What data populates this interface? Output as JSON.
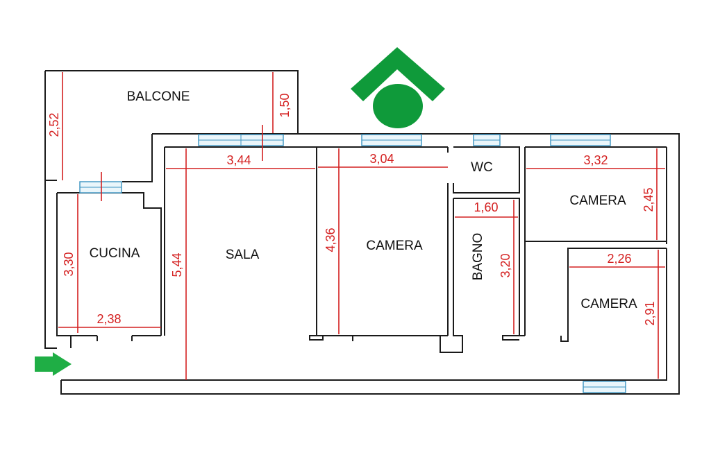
{
  "colors": {
    "walls": "#1a1a1a",
    "dimensions": "#d42020",
    "windows": "#3a93c0",
    "logo": "#0f9a3a",
    "entrance_arrow": "#1fae45"
  },
  "icons": {
    "logo": "house-roof-logo-icon",
    "entrance": "entrance-arrow-icon"
  },
  "rooms": {
    "balcone": "BALCONE",
    "cucina": "CUCINA",
    "sala": "SALA",
    "camera_center": "CAMERA",
    "wc": "WC",
    "bagno": "BAGNO",
    "camera_top_right": "CAMERA",
    "camera_bottom_right": "CAMERA"
  },
  "dimensions": {
    "balcone_height": "2,52",
    "balcone_depth": "1,50",
    "cucina_height": "3,30",
    "cucina_width": "2,38",
    "sala_width": "3,44",
    "sala_height": "5,44",
    "camera_center_width": "3,04",
    "camera_center_height": "4,36",
    "bagno_width": "1,60",
    "bagno_height": "3,20",
    "camera_top_right_width": "3,32",
    "camera_top_right_height": "2,45",
    "camera_bottom_right_width": "2,26",
    "camera_bottom_right_height": "2,91"
  }
}
